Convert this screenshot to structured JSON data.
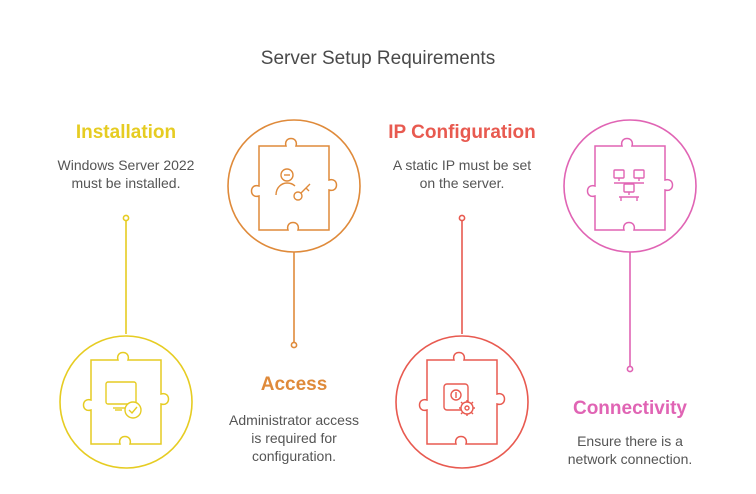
{
  "title": "Server Setup Requirements",
  "colors": {
    "installation": "#e6cc22",
    "access": "#df8a3a",
    "ip": "#e85a50",
    "connectivity": "#e064b4"
  },
  "steps": [
    {
      "heading": "Installation",
      "desc": [
        "Windows Server 2022",
        "must be installed."
      ],
      "icon": "monitor-check-icon"
    },
    {
      "heading": "Access",
      "desc": [
        "Administrator access",
        "is required for",
        "configuration."
      ],
      "icon": "user-key-icon"
    },
    {
      "heading": "IP Configuration",
      "desc": [
        "A static IP must be set",
        "on the server."
      ],
      "icon": "ip-settings-icon"
    },
    {
      "heading": "Connectivity",
      "desc": [
        "Ensure there is a",
        "network connection."
      ],
      "icon": "network-icon"
    }
  ]
}
